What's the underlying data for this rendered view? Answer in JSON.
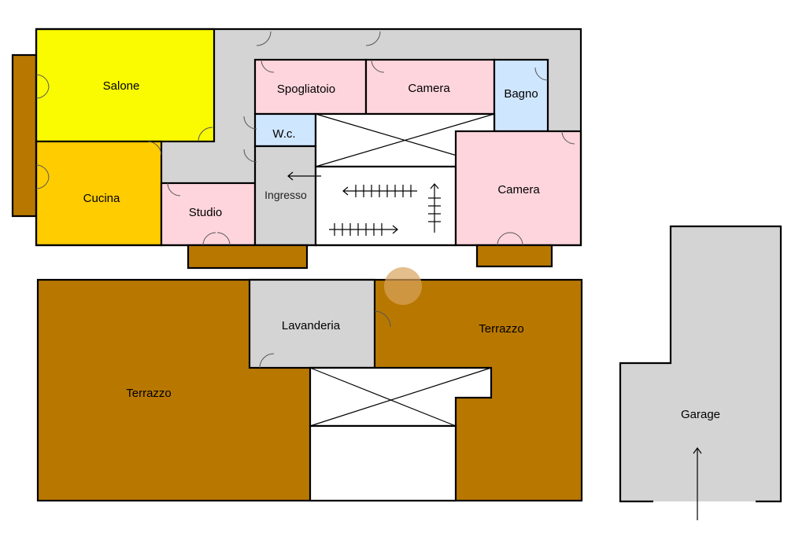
{
  "plan": {
    "colors": {
      "corridor": "#d4d4d4",
      "salone": "#fafa00",
      "cucina": "#ffcc00",
      "bedroom": "#ffd5dd",
      "service": "#cfe6ff",
      "terrace": "#b87800",
      "garage": "#d4d4d4",
      "white": "#ffffff"
    },
    "rooms": {
      "salone": "Salone",
      "cucina": "Cucina",
      "studio": "Studio",
      "spogliatoio": "Spogliatoio",
      "camera_top": "Camera",
      "bagno": "Bagno",
      "wc": "W.c.",
      "ingresso": "Ingresso",
      "camera_right": "Camera",
      "lavanderia": "Lavanderia",
      "terrazzo_left": "Terrazzo",
      "terrazzo_right": "Terrazzo",
      "garage": "Garage"
    }
  }
}
